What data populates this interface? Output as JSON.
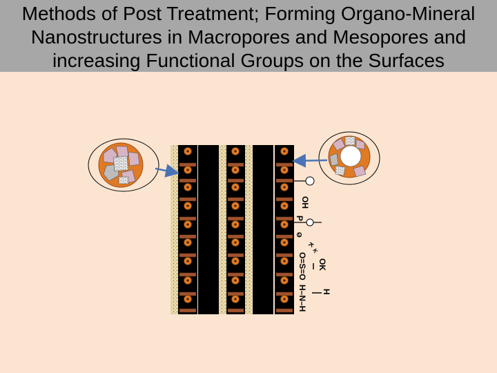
{
  "title": {
    "lines": [
      "Methods of Post Treatment; Forming Organo-Mineral",
      "Nanostructures in Macropores and Mesopores and",
      "increasing Functional Groups on the Surfaces"
    ]
  },
  "colors": {
    "background": "#fbe5d1",
    "title_bar": "#a7a7a7",
    "pore_channel": "#000000",
    "wall_fill": "#e8d6a4",
    "bar_fill": "#a0522d",
    "particle_orange": "#e07a25",
    "arrow_blue": "#4a73b5",
    "mineral_pink": "#d7b4c4",
    "mineral_grey": "#bdbdbd"
  },
  "functional_groups": {
    "oh": "OH",
    "p": "P",
    "o1": "O",
    "k1": "K",
    "k2": "K",
    "ok": "OK",
    "oso": "O=S=O",
    "h_top": "H",
    "hnh": "H–N–H"
  }
}
